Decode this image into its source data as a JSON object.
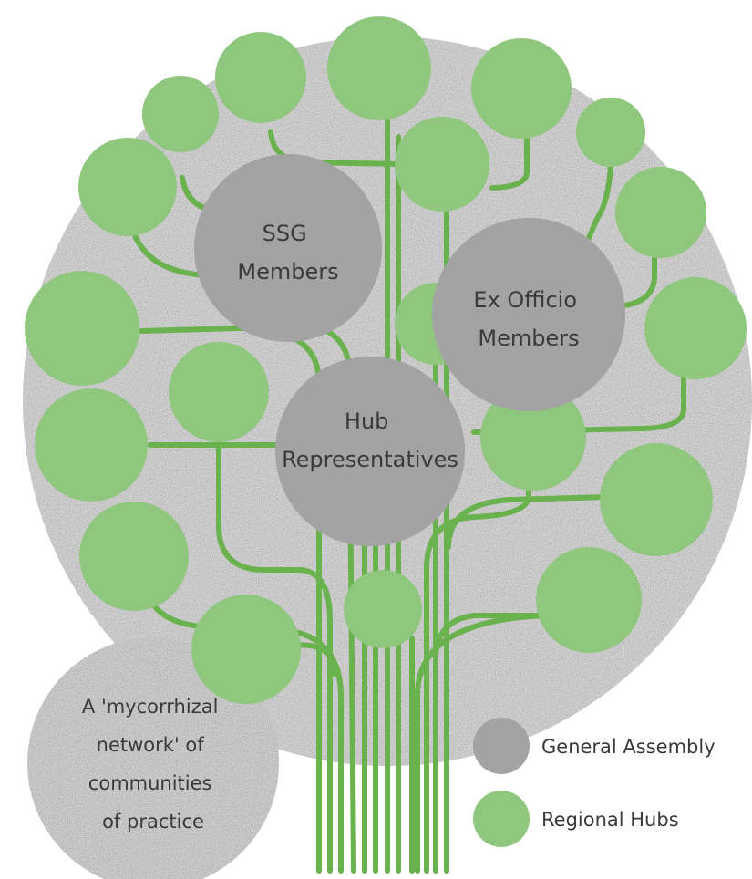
{
  "colors": {
    "canopy": "#d2d2d2",
    "gray_node": "#a3a3a3",
    "green_node": "#8fc77e",
    "green_line": "#6ab24e",
    "text": "#3a3a3a"
  },
  "nodes": {
    "ssg": [
      "SSG",
      "Members"
    ],
    "ex_officio": [
      "Ex Officio",
      "Members"
    ],
    "hub": [
      "Hub",
      "Representatives"
    ]
  },
  "note": [
    "A 'mycorrhizal",
    "network' of",
    "communities",
    "of practice"
  ],
  "legend": {
    "general_assembly": "General Assembly",
    "regional_hubs": "Regional Hubs"
  }
}
